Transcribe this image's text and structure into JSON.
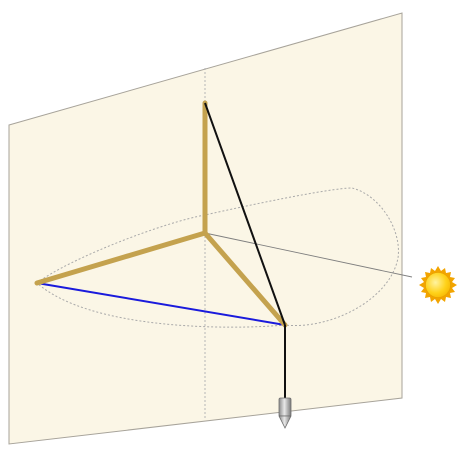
{
  "diagram": {
    "components": [
      "vertical-plane",
      "horizontal-semicircle",
      "gold-frame",
      "black-string",
      "blue-line",
      "plumb-weight",
      "sun"
    ],
    "colors": {
      "background": "#ffffff",
      "plane_fill": "#fbf6e6",
      "plane_edge": "#a7a39a",
      "frame": "#c4a24e",
      "string": "#111111",
      "blue_line": "#1a1adc",
      "dotted_guides": "#a9a9a9",
      "sun_core": "#ffd21a",
      "sun_rays": "#f2a400",
      "weight": "#b5b5b5"
    }
  }
}
